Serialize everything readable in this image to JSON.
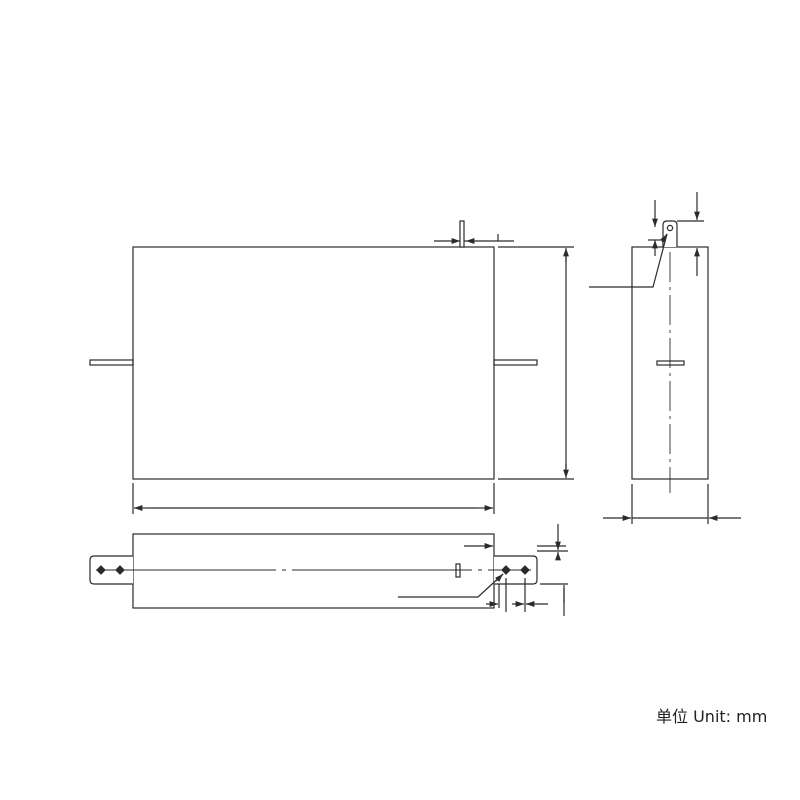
{
  "unit_note": "单位 Unit: mm",
  "colors": {
    "line": "#2b2b2b",
    "background": "#ffffff"
  },
  "views": [
    "front-view",
    "side-view",
    "bottom-view"
  ]
}
